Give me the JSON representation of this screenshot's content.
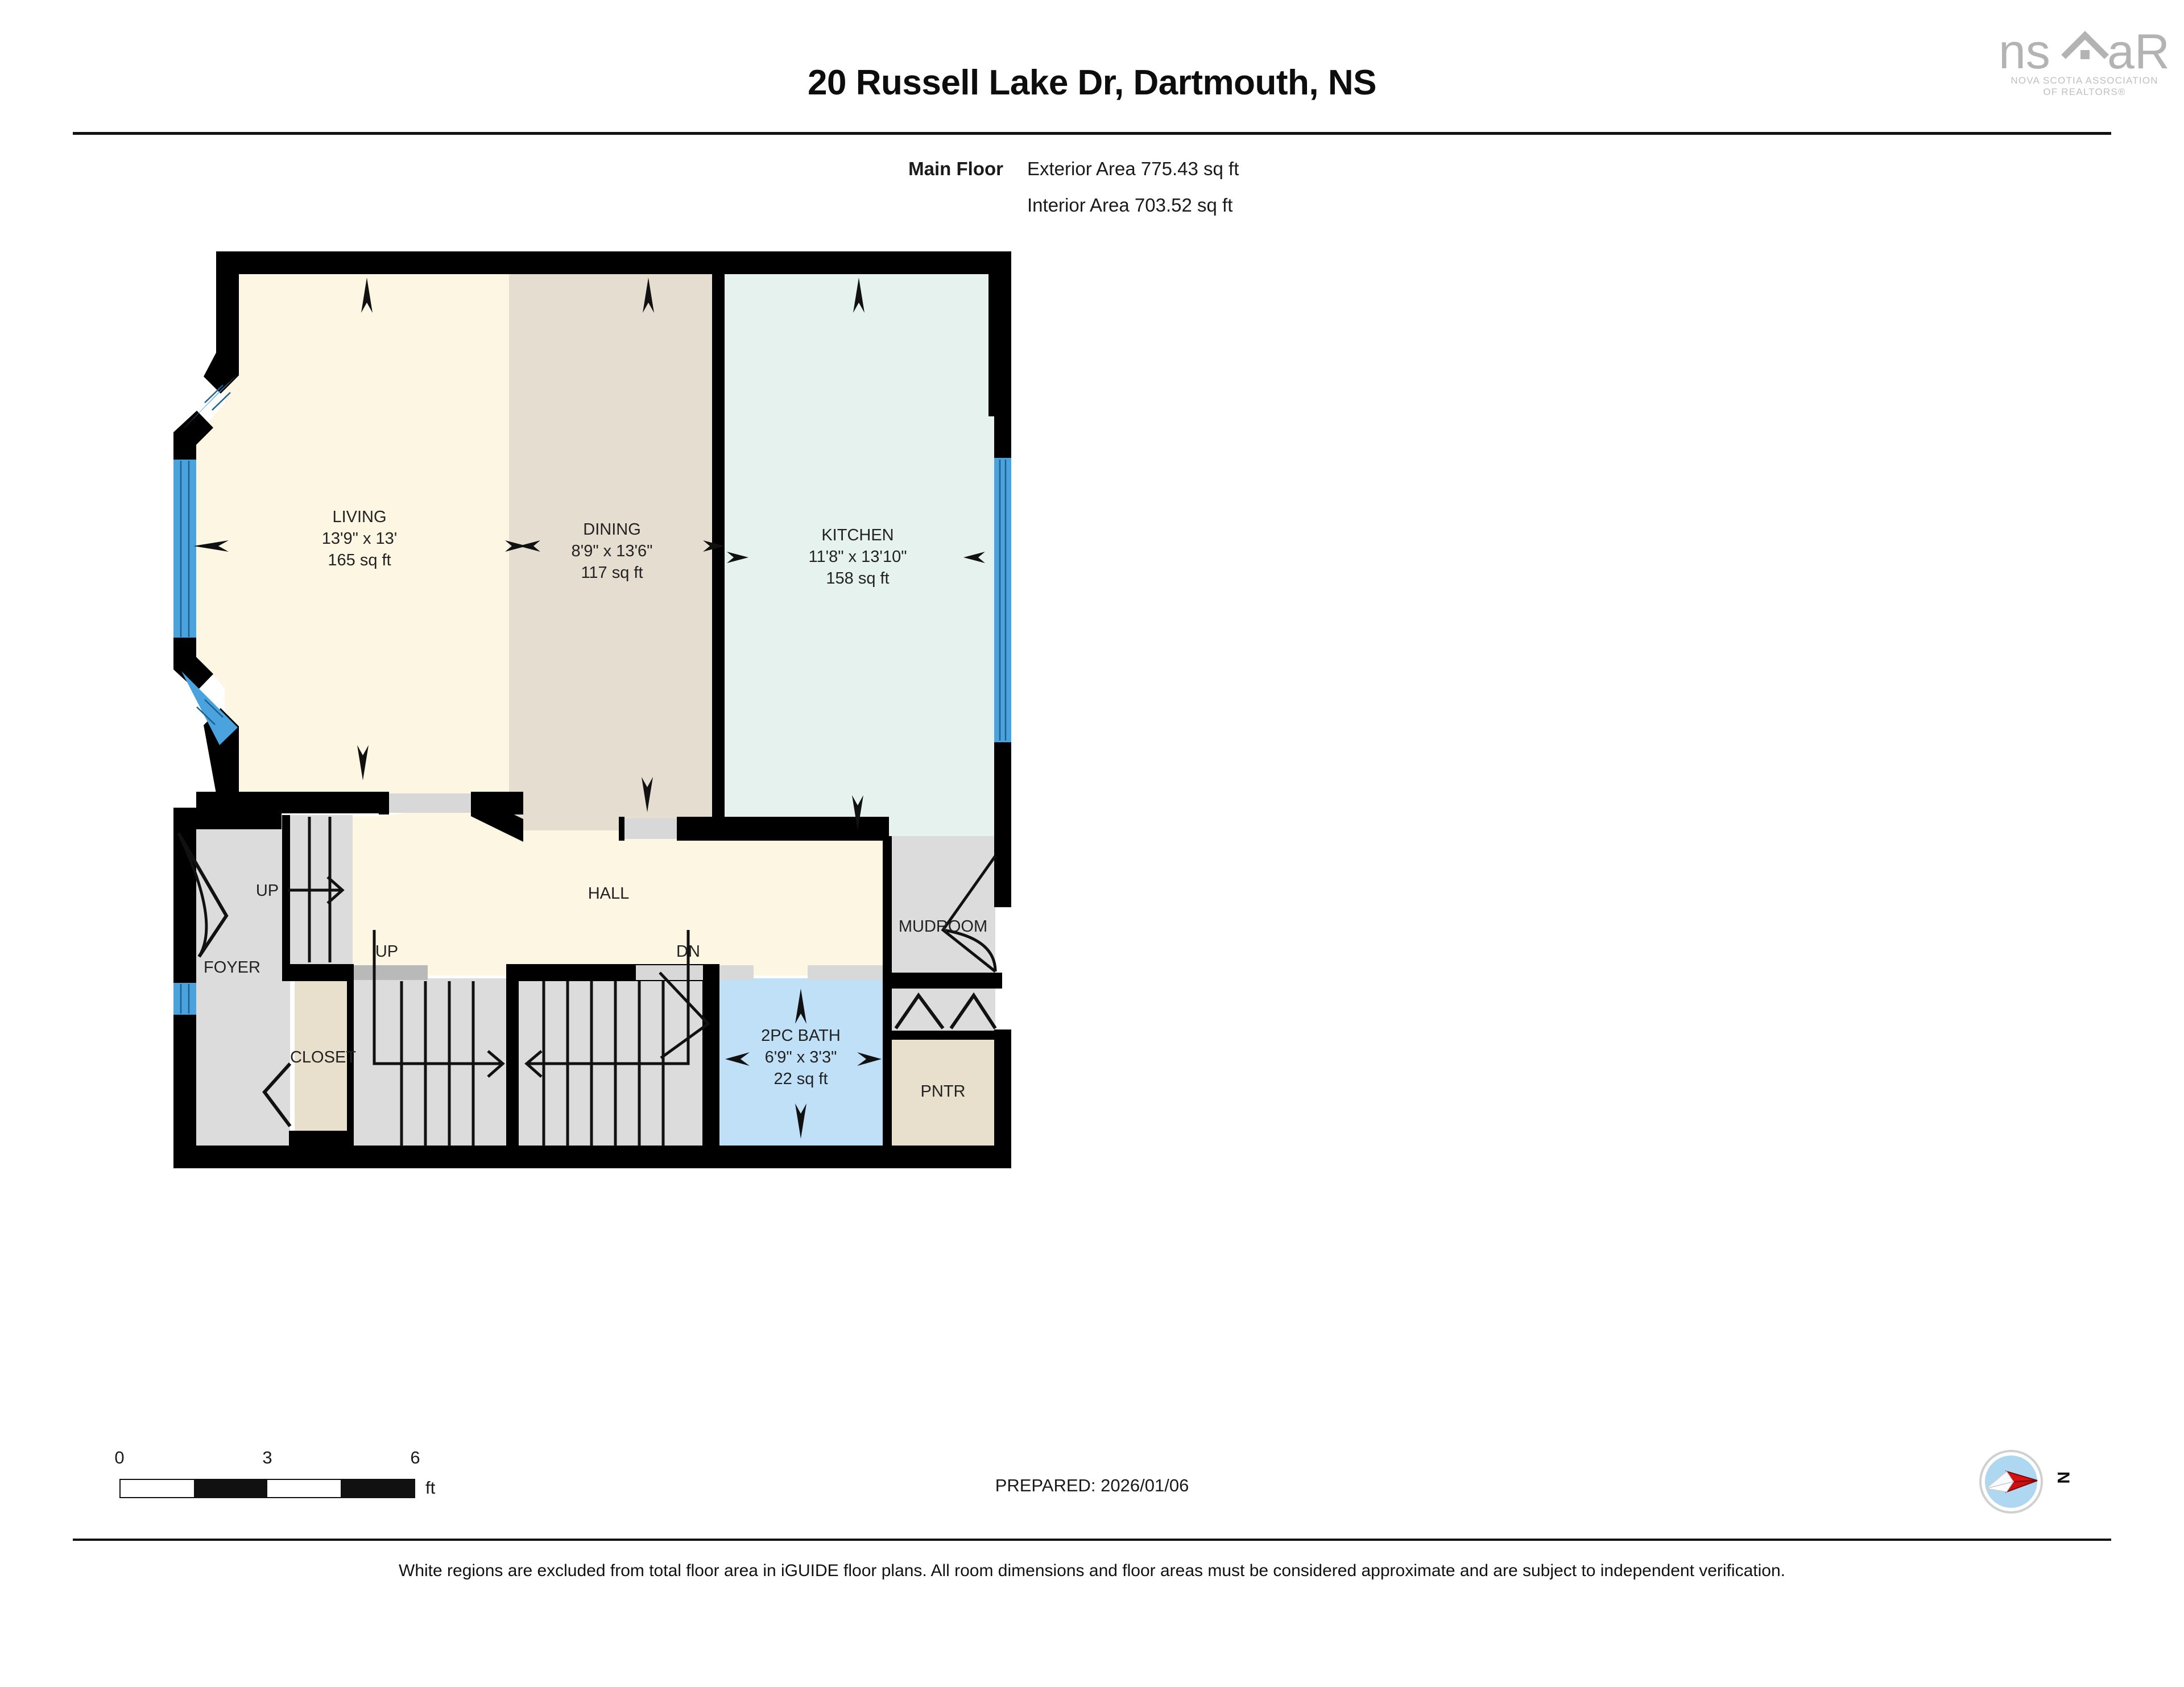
{
  "header": {
    "title": "20 Russell Lake Dr, Dartmouth, NS",
    "floor_label": "Main Floor",
    "exterior_area": "Exterior Area 775.43 sq ft",
    "interior_area": "Interior Area 703.52 sq ft"
  },
  "logo": {
    "wordmark_left": "ns",
    "wordmark_right": "aR",
    "tagline_line1": "NOVA SCOTIA ASSOCIATION",
    "tagline_line2": "OF REALTORS®"
  },
  "rooms": [
    {
      "key": "living",
      "name": "LIVING",
      "dimensions": "13'9\" x 13'",
      "area": "165 sq ft",
      "color": "#fdf6e3"
    },
    {
      "key": "dining",
      "name": "DINING",
      "dimensions": "8'9\" x 13'6\"",
      "area": "117 sq ft",
      "color": "#e5ded0"
    },
    {
      "key": "kitchen",
      "name": "KITCHEN",
      "dimensions": "11'8\" x 13'10\"",
      "area": "158 sq ft",
      "color": "#e6f2ed"
    },
    {
      "key": "hall",
      "name": "HALL",
      "dimensions": "",
      "area": "",
      "color": "#fdf6e3"
    },
    {
      "key": "foyer",
      "name": "FOYER",
      "dimensions": "",
      "area": "",
      "color": "#dcdcdc"
    },
    {
      "key": "closet",
      "name": "CLOSET",
      "dimensions": "",
      "area": "",
      "color": "#e8dfcc"
    },
    {
      "key": "bath",
      "name": "2PC BATH",
      "dimensions": "6'9\" x 3'3\"",
      "area": "22 sq ft",
      "color": "#bfe0f7"
    },
    {
      "key": "mudroom",
      "name": "MUDROOM",
      "dimensions": "",
      "area": "",
      "color": "#dcdcdc"
    },
    {
      "key": "pantry",
      "name": "PNTR",
      "dimensions": "",
      "area": "",
      "color": "#e8dfcc"
    }
  ],
  "stair_labels": {
    "up_foyer": "UP",
    "up_hall": "UP",
    "dn_hall": "DN"
  },
  "scale": {
    "tick_0": "0",
    "tick_1": "3",
    "tick_2": "6",
    "unit": "ft"
  },
  "footer": {
    "prepared": "PREPARED: 2026/01/06",
    "disclaimer": "White regions are excluded from total floor area in iGUIDE floor plans. All room dimensions and floor areas must be considered approximate and are subject to independent verification."
  },
  "compass": {
    "north_label": "N"
  },
  "colors": {
    "wall": "#000000",
    "window": "#4aa3dd",
    "door_opening": "#d8d8d8",
    "living_fill": "#fdf6e3",
    "dining_fill": "#e5ded0",
    "kitchen_fill": "#e6f2ed",
    "gray_fill": "#dcdcdc",
    "tan_fill": "#e8dfcc",
    "bath_fill": "#bfe0f7",
    "logo_gray": "#b3b3b3"
  }
}
